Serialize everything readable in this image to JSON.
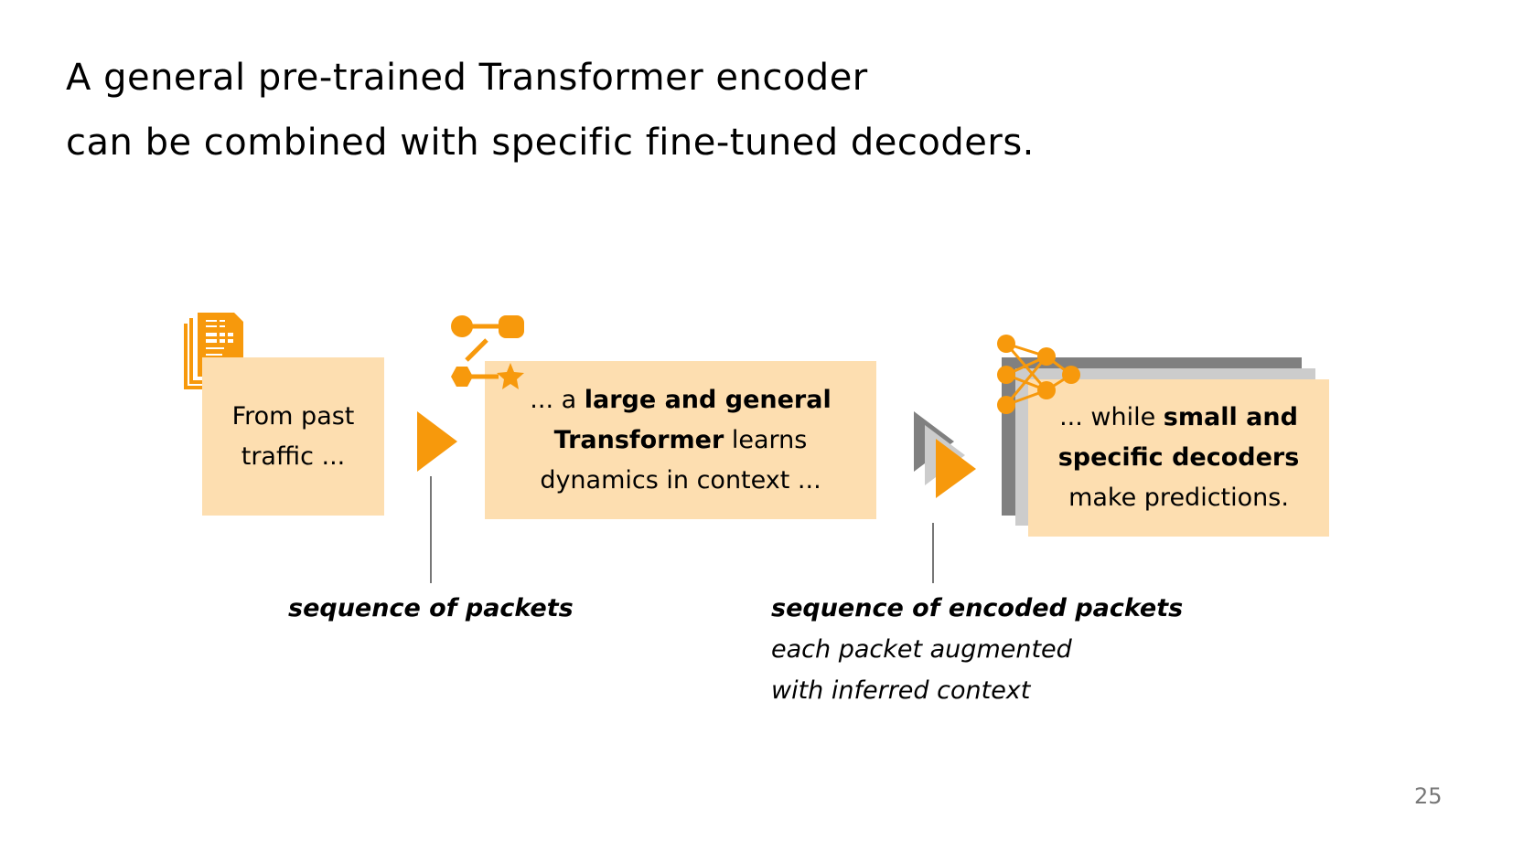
{
  "title": {
    "line1": "A general pre-trained Transformer encoder",
    "line2": "can be combined with specific fine-tuned decoders."
  },
  "boxes": {
    "input": {
      "line1": "From past",
      "line2": "traffic ..."
    },
    "encoder": {
      "pre": "... a ",
      "bold1": "large and general",
      "bold2": "Transformer",
      "post": " learns",
      "line3": "dynamics in context ..."
    },
    "decoder": {
      "pre": "... while ",
      "bold1": "small and",
      "bold2": "specific decoders",
      "line3": "make predictions."
    }
  },
  "labels": {
    "packets": "sequence of packets",
    "encoded": "sequence of encoded packets",
    "encoded_sub1": "each packet augmented",
    "encoded_sub2": "with inferred context"
  },
  "page_number": "25",
  "colors": {
    "accent": "#f7990c",
    "box": "#fddeb0",
    "dark_grey": "#808080",
    "light_grey": "#cccccc"
  }
}
